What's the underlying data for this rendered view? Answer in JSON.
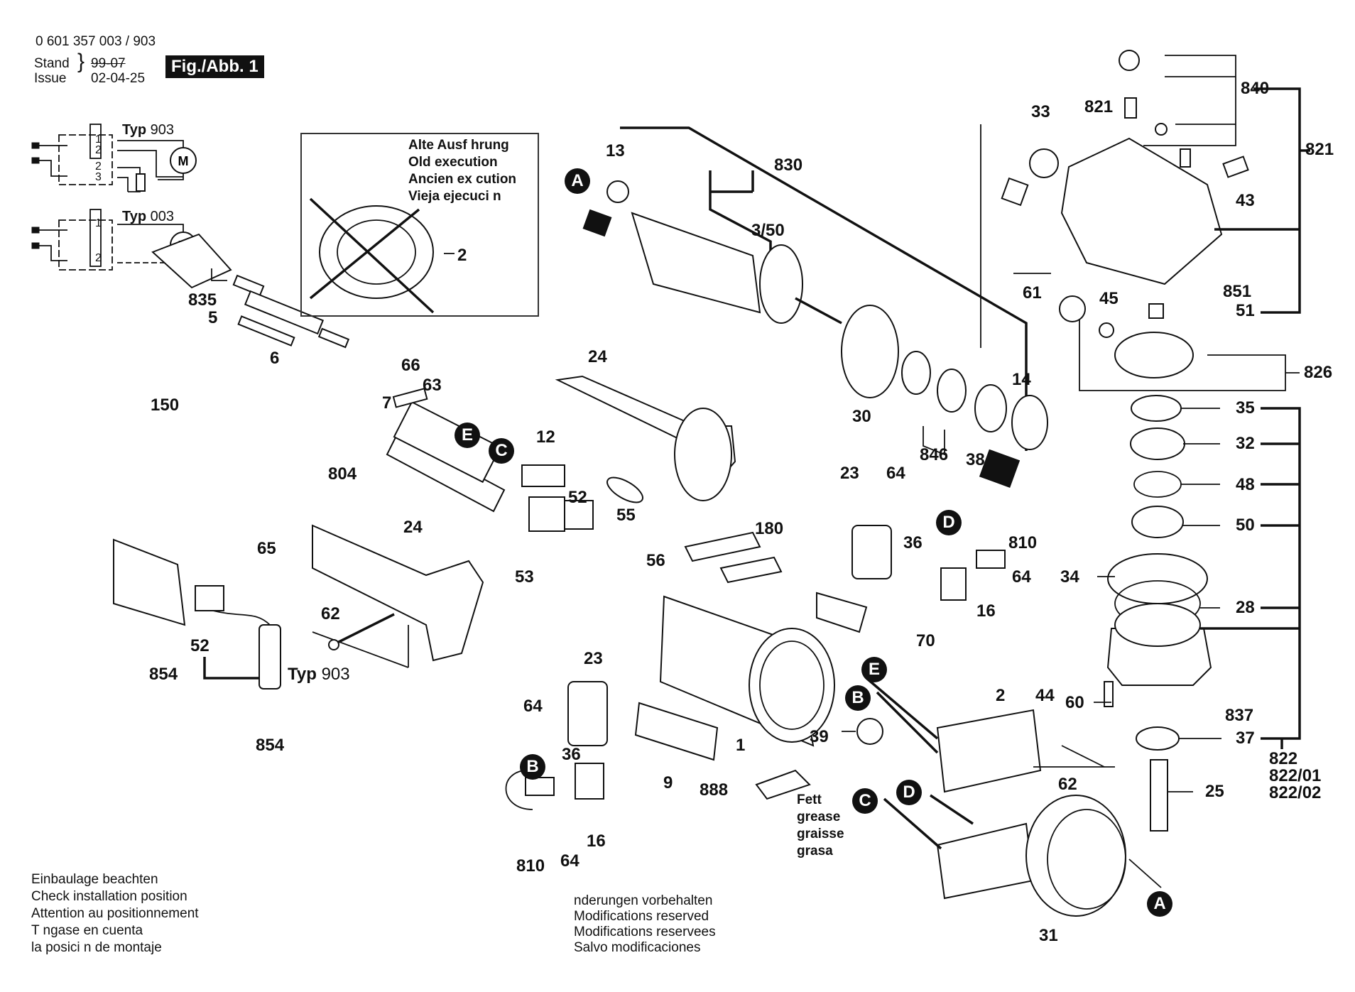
{
  "header": {
    "part_number": "0 601 357 003 / 903",
    "stand_label": "Stand",
    "issue_label": "Issue",
    "old_date": "99-07",
    "issue_date": "02-04-25",
    "figure_badge": "Fig./Abb. 1"
  },
  "wiring": [
    {
      "type_label": "Typ",
      "type_number": "903",
      "terminals": [
        "1",
        "2",
        "2",
        "3"
      ],
      "motor": "M"
    },
    {
      "type_label": "Typ",
      "type_number": "003",
      "terminals": [
        "1",
        "2"
      ],
      "motor": "M"
    }
  ],
  "old_execution": {
    "lines": [
      "Alte Ausf hrung",
      "Old execution",
      "Ancien ex cution",
      "Vieja ejecuci n"
    ],
    "part": "2"
  },
  "reference_markers": [
    "A",
    "B",
    "C",
    "D",
    "E"
  ],
  "part_labels": {
    "p835": "835",
    "p5": "5",
    "p6": "6",
    "p150": "150",
    "p66": "66",
    "p63": "63",
    "p7": "7",
    "p804": "804",
    "p12": "12",
    "p52a": "52",
    "p53": "53",
    "p24a": "24",
    "p55": "55",
    "p65": "65",
    "p24b": "24",
    "p62a": "62",
    "p52b": "52",
    "p854a": "854",
    "p854b": "854",
    "typ903_label": "Typ",
    "typ903_num": "903",
    "p13": "13",
    "p830": "830",
    "p350": "3/50",
    "p30": "30",
    "p846": "846",
    "p38": "38",
    "p14": "14",
    "p33": "33",
    "p821a": "821",
    "p840": "840",
    "p821b": "821",
    "p43": "43",
    "p61": "61",
    "p45": "45",
    "p851": "851",
    "p51": "51",
    "p826": "826",
    "p35": "35",
    "p32": "32",
    "p48": "48",
    "p50": "50",
    "p34": "34",
    "p28": "28",
    "p60": "60",
    "p837": "837",
    "p37": "37",
    "p822": "822",
    "p822_01": "822/01",
    "p822_02": "822/02",
    "p25": "25",
    "p23a": "23",
    "p64a": "64",
    "p810a": "810",
    "p36a": "36",
    "p64b": "64",
    "p16a": "16",
    "p70": "70",
    "p56": "56",
    "p180": "180",
    "p23b": "23",
    "p64c": "64",
    "p36b": "36",
    "p16b": "16",
    "p810b": "810",
    "p64d": "64",
    "p9": "9",
    "p1": "1",
    "p888": "888",
    "p39": "39",
    "p2": "2",
    "p44": "44",
    "p62b": "62",
    "p31": "31"
  },
  "grease_note": [
    "Fett",
    "grease",
    "graisse",
    "grasa"
  ],
  "installation_note": [
    "Einbaulage beachten",
    "Check installation position",
    "Attention au positionnement",
    "T ngase en cuenta",
    "la posici n de montaje"
  ],
  "modifications_note": [
    " nderungen vorbehalten",
    "Modifications reserved",
    "Modifications reservees",
    "Salvo modificaciones"
  ]
}
